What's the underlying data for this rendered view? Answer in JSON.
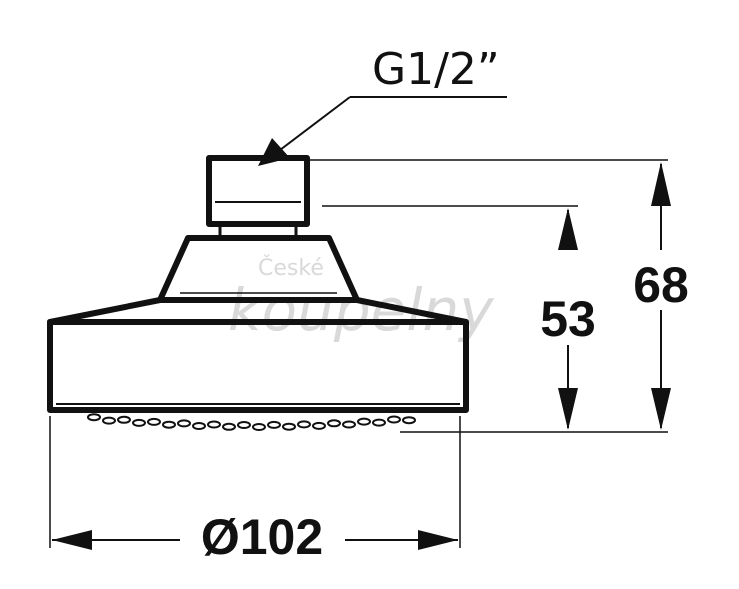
{
  "diagram": {
    "thread_label": "G1/2”",
    "height_inner_label": "53",
    "height_total_label": "68",
    "diameter_label": "Ø102",
    "watermark": {
      "line1": "České",
      "line2": "koupelny"
    }
  }
}
